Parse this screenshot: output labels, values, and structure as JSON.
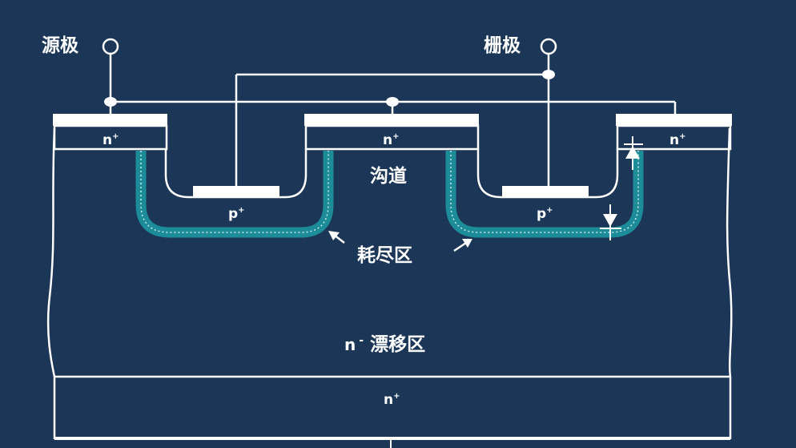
{
  "labels": {
    "source": "源极",
    "gate": "栅极",
    "channel": "沟道",
    "depletion": "耗尽区",
    "drift_n": "n",
    "drift_minus": "-",
    "drift_text": "漂移区"
  },
  "regions": {
    "n_left": "n",
    "n_mid": "n",
    "n_right": "n",
    "p_left": "p",
    "p_right": "p",
    "n_sub": "n",
    "plus": "+"
  },
  "colors": {
    "background": "#1b3656",
    "line": "#ffffff",
    "depletion": "#1c8d98"
  }
}
